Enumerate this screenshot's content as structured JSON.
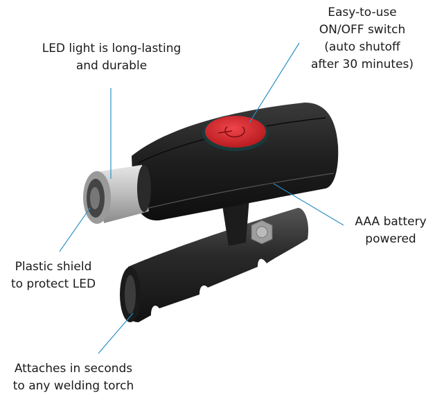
{
  "callouts": [
    {
      "id": "led",
      "lines": [
        "LED light is long-lasting",
        "and durable"
      ]
    },
    {
      "id": "switch",
      "lines": [
        "Easy-to-use",
        "ON/OFF switch",
        "(auto shutoff",
        "after 30 minutes)"
      ]
    },
    {
      "id": "battery",
      "lines": [
        "AAA battery",
        "powered"
      ]
    },
    {
      "id": "shield",
      "lines": [
        "Plastic shield",
        "to protect LED"
      ]
    },
    {
      "id": "attach",
      "lines": [
        "Attaches in seconds",
        "to any welding torch"
      ]
    }
  ],
  "colors": {
    "leader_line": "#2a8fc7",
    "body": "#222222",
    "button": "#d9262b",
    "lens_silver": "#c8c8c8"
  },
  "icons": {
    "power_button": "power-icon"
  }
}
